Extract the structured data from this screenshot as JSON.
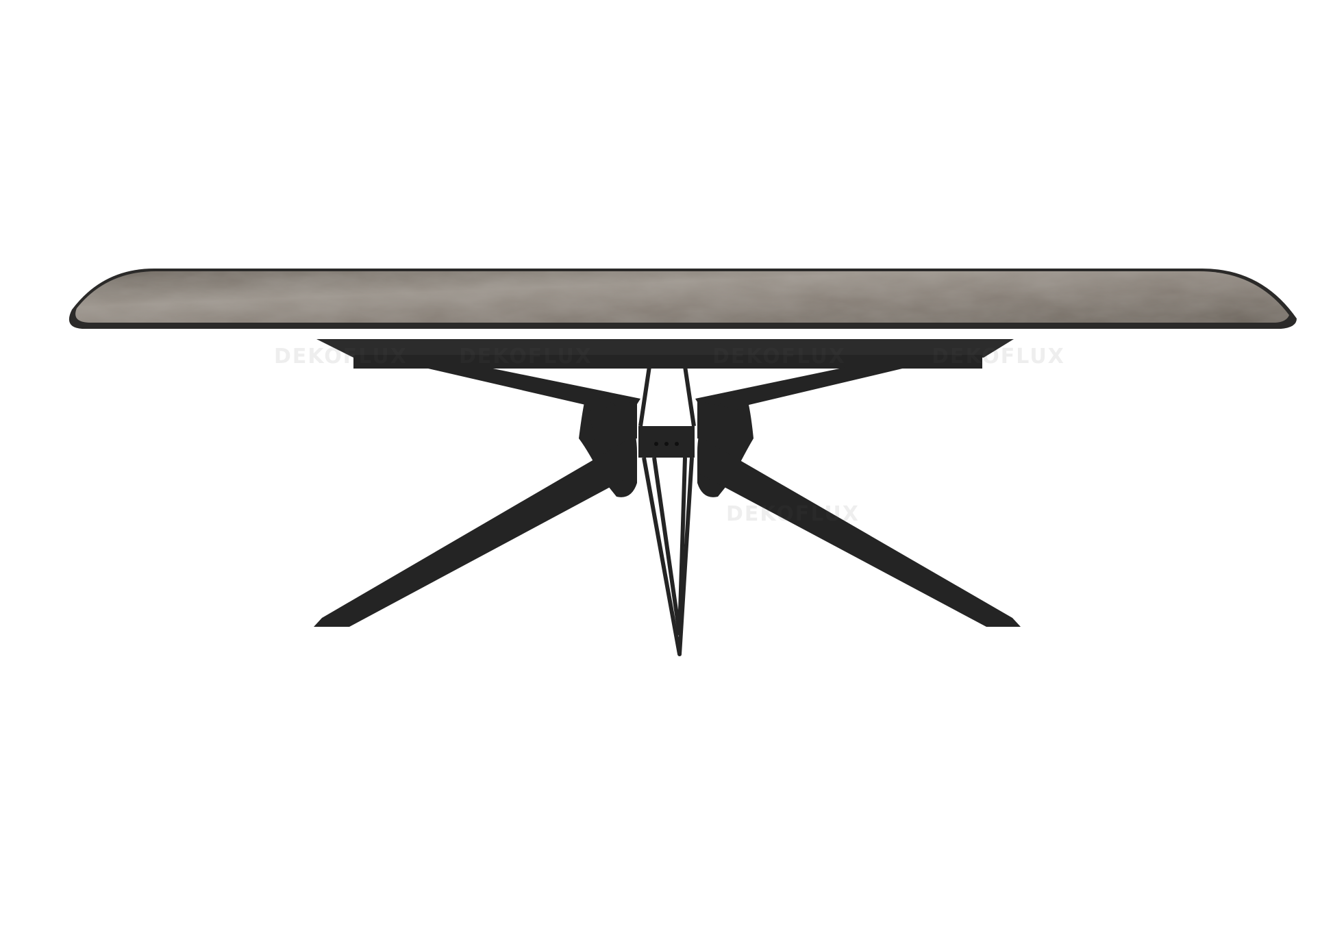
{
  "image": {
    "subject": "dining-table",
    "background_color": "#ffffff"
  },
  "watermark": {
    "text": "DEKOFLUX",
    "color": "#5a5a5a",
    "opacity": 0.1
  },
  "colors": {
    "tabletop_base": "#8a827a",
    "tabletop_light": "#9c958d",
    "tabletop_dark": "#6f6860",
    "tabletop_edge": "#2b2a29",
    "frame": "#2c2c2c",
    "leg_dark": "#242424",
    "leg_highlight": "#3c3c3c"
  }
}
